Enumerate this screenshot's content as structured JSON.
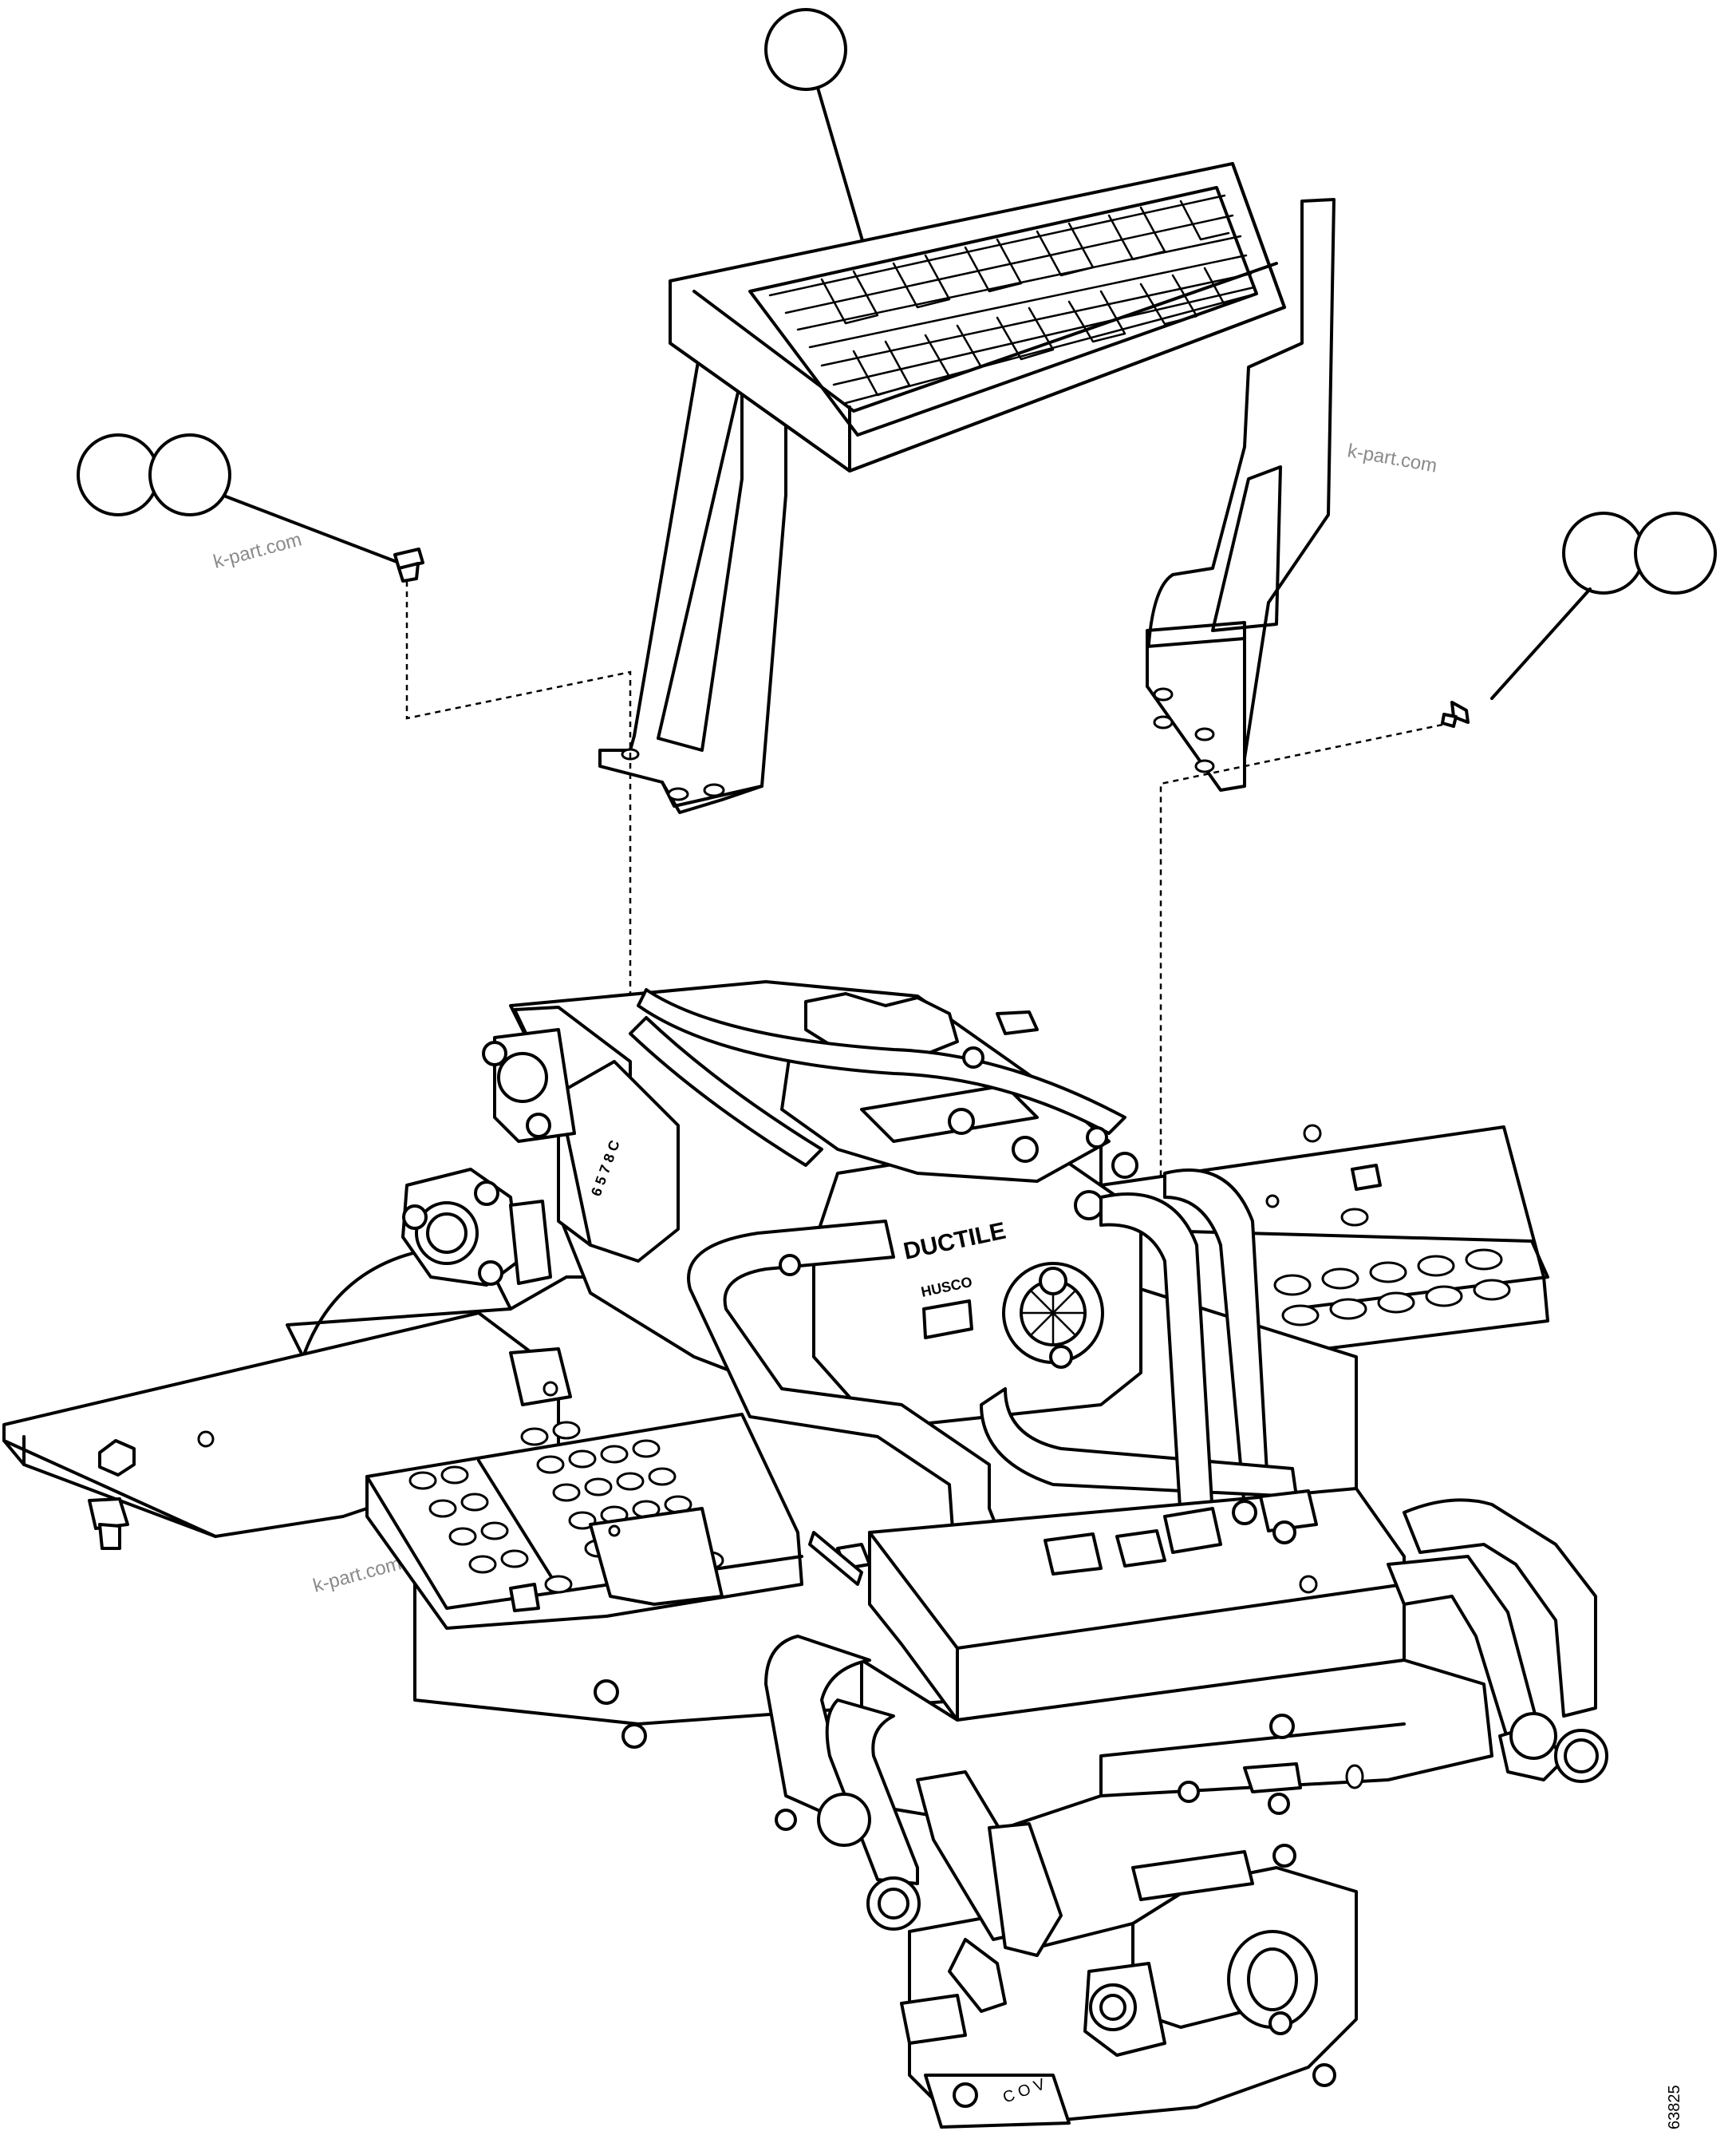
{
  "watermark": {
    "text": "k-part.com"
  },
  "drawing": {
    "code": "63825"
  },
  "labels": {
    "pump_brand": "DUCTILE",
    "valve_brand": "HUSCO"
  }
}
